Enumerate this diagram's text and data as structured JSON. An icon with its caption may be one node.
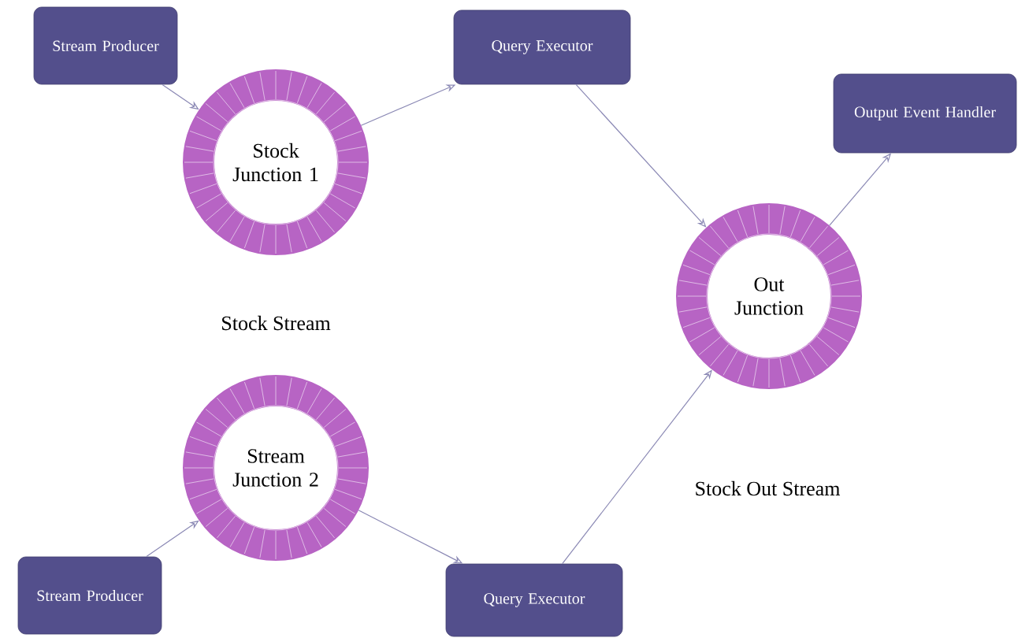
{
  "diagram": {
    "nodes": [
      {
        "text": [
          "Stream Producer"
        ]
      },
      {
        "text": [
          "Stock Junction 1"
        ]
      },
      {
        "text": [
          "Query Executor"
        ]
      },
      {
        "text": [
          "Output Event Handler"
        ]
      },
      {
        "text": [
          "Out Junction"
        ]
      },
      {
        "text": [
          "Stream Junction 2"
        ]
      },
      {
        "text": [
          "Stream Producer"
        ]
      },
      {
        "text": [
          "Query Executor"
        ]
      }
    ],
    "edges": [
      {
        "from": 0,
        "to": 1,
        "arrow": "to"
      },
      {
        "from": 1,
        "to": 2,
        "arrow": "to"
      },
      {
        "from": 2,
        "to": 4,
        "arrow": "to"
      },
      {
        "from": 4,
        "to": 3,
        "arrow": "to"
      },
      {
        "from": 6,
        "to": 5,
        "arrow": "to"
      },
      {
        "from": 5,
        "to": 7,
        "arrow": "to"
      },
      {
        "from": 7,
        "to": 4,
        "arrow": "to"
      }
    ],
    "labels": [
      "Stock Stream",
      "Stock Out Stream"
    ]
  }
}
